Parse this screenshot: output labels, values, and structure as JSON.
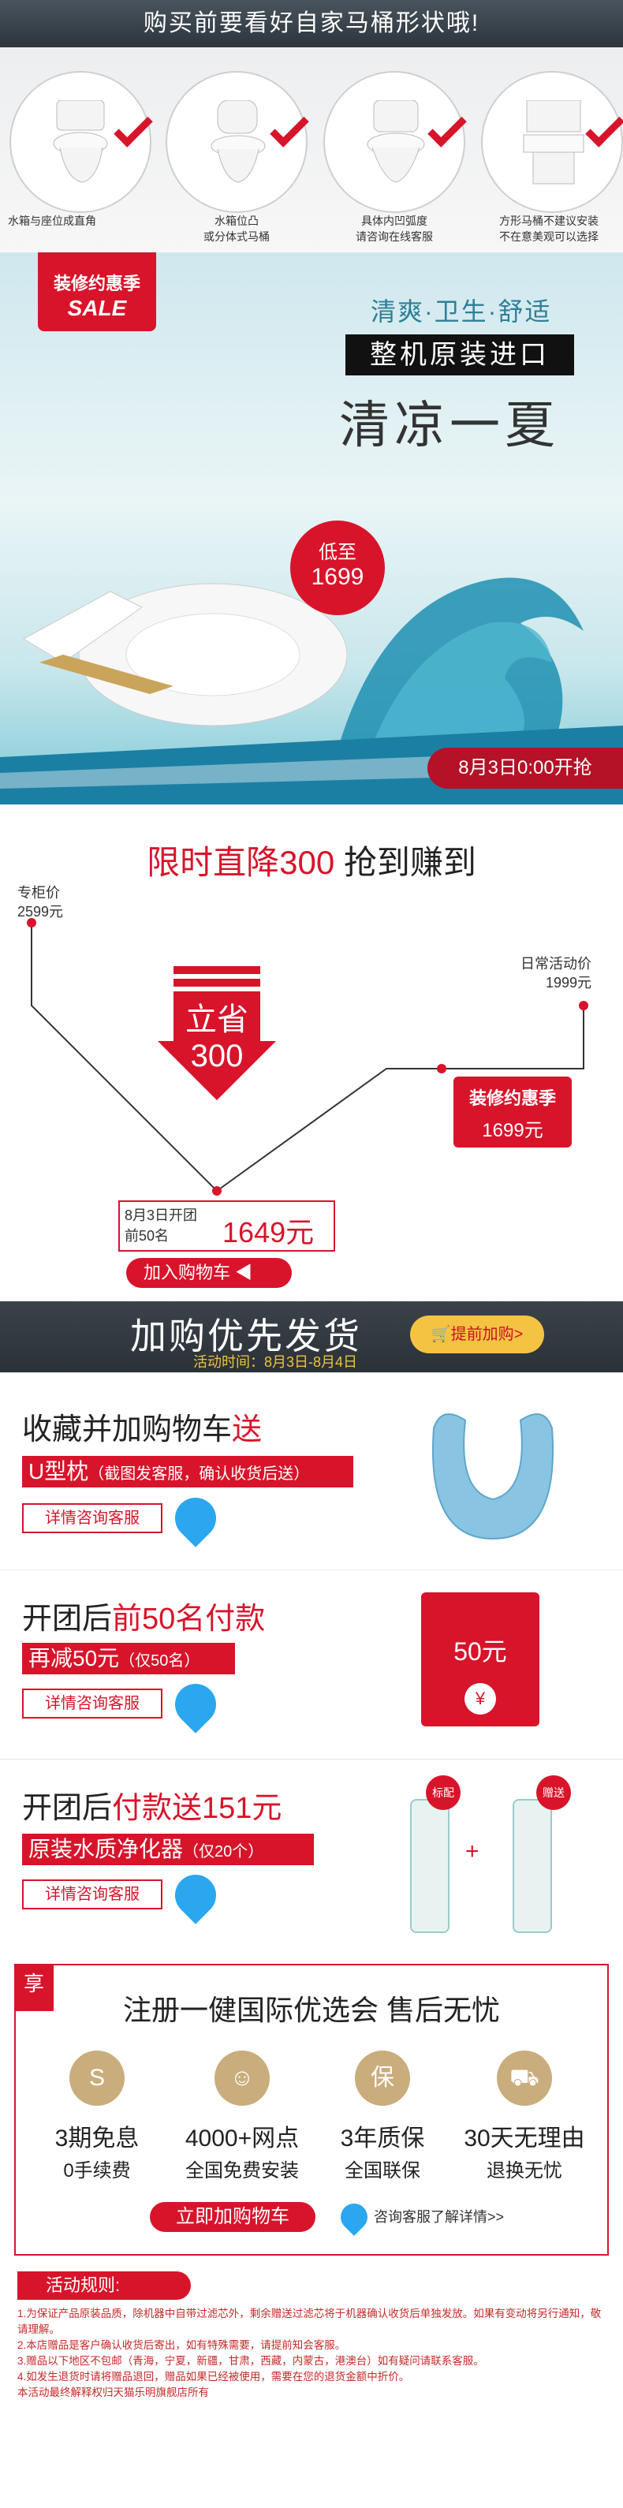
{
  "shape_section": {
    "title": "购买前要看好自家马桶形状哦!",
    "captions": [
      "水箱与座位成直角",
      "水箱位凸\n或分体式马桶",
      "具体内凹弧度\n请咨询在线客服",
      "方形马桶不建议安装\n不在意美观可以选择"
    ]
  },
  "banner": {
    "sale_tag_line1": "装修约惠季",
    "sale_tag_line2": "SALE",
    "subtitle": "清爽·卫生·舒适",
    "box_text": "整机原装进口",
    "main_title": "清凉一夏",
    "price_prefix": "低至",
    "price": "1699",
    "date_bar": "8月3日0:00开抢"
  },
  "price_drop": {
    "title_red": "限时直降300",
    "title_rest": " 抢到赚到",
    "counter_label": "专柜价",
    "counter_price": "2599元",
    "activity_label": "日常活动价",
    "activity_price": "1999元",
    "save_line1": "立省",
    "save_line2": "300",
    "badge_title": "装修约惠季",
    "badge_price": "1699元",
    "group_line1": "8月3日开团",
    "group_line2": "前50名",
    "group_price": "1649元",
    "cart_label": "加入购物车"
  },
  "priority": {
    "title": "加购优先发货",
    "subtitle": "活动时间：8月3日-8月4日",
    "ahead_label": "提前加购>"
  },
  "gifts": [
    {
      "title_a": "收藏并加购物车",
      "title_b": "送",
      "box_main": "U型枕",
      "box_small": "（截图发客服，确认收货后送）",
      "ask": "详情咨询客服"
    },
    {
      "title_a": "开团后",
      "title_b": "前50名付款",
      "box_main": "再减50元",
      "box_small": "（仅50名）",
      "ask": "详情咨询客服",
      "coupon": "50元",
      "coupon_symbol": "¥"
    },
    {
      "title_a": "开团后",
      "title_b": "付款送151元",
      "box_main": "原装水质净化器",
      "box_small": "（仅20个）",
      "ask": "详情咨询客服",
      "tag1": "标配",
      "tag2": "赠送",
      "plus": "+"
    }
  ],
  "register": {
    "tag": "享",
    "title": "注册一健国际优选会 售后无忧",
    "features": [
      {
        "icon": "S",
        "name": "3期免息",
        "desc": "0手续费"
      },
      {
        "icon": "☺",
        "name": "4000+网点",
        "desc": "全国免费安装"
      },
      {
        "icon": "保",
        "name": "3年质保",
        "desc": "全国联保"
      },
      {
        "icon": "⛟",
        "name": "30天无理由",
        "desc": "退换无忧"
      }
    ],
    "buy_label": "立即加购物车",
    "service_label": "咨询客服了解详情>>"
  },
  "rules": {
    "heading": "活动规则:",
    "lines": [
      "1.为保证产品原装品质，除机器中自带过滤芯外，剩余赠送过滤芯将于机器确认收货后单独发放。如果有变动将另行通知，敬请理解。",
      "2.本店赠品是客户确认收货后寄出，如有特殊需要，请提前知会客服。",
      "3.赠品以下地区不包邮（青海，宁夏，新疆，甘肃，西藏，内蒙古，港澳台）如有疑问请联系客服。",
      "4.如发生退货时请将赠品退回，赠品如果已经被使用，需要在您的退货金额中折价。",
      "本活动最终解释权归天猫乐明旗舰店所有"
    ]
  },
  "colors": {
    "accent": "#d8142b",
    "dark": "#2c353c",
    "gold": "#c9ad7c",
    "blue": "#2aa7ee"
  }
}
